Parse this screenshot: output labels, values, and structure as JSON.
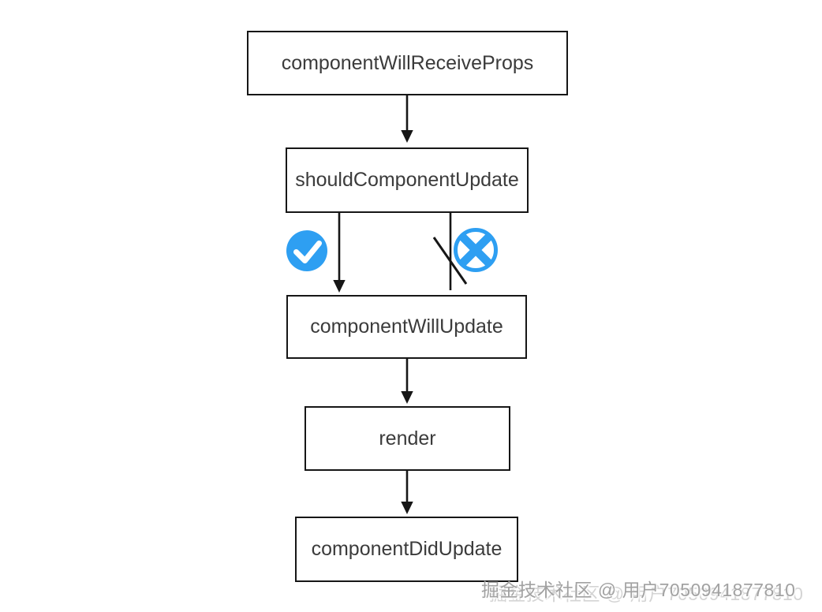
{
  "diagram": {
    "nodes": [
      {
        "id": "componentWillReceiveProps",
        "label": "componentWillReceiveProps"
      },
      {
        "id": "shouldComponentUpdate",
        "label": "shouldComponentUpdate"
      },
      {
        "id": "componentWillUpdate",
        "label": "componentWillUpdate"
      },
      {
        "id": "render",
        "label": "render"
      },
      {
        "id": "componentDidUpdate",
        "label": "componentDidUpdate"
      }
    ],
    "edges": [
      {
        "from": "componentWillReceiveProps",
        "to": "shouldComponentUpdate",
        "arrowhead": true
      },
      {
        "from": "shouldComponentUpdate",
        "to": "componentWillUpdate",
        "arrowhead": true,
        "branch": "check-circle-icon"
      },
      {
        "from": "shouldComponentUpdate",
        "to": "componentWillUpdate",
        "arrowhead": false,
        "branch": "cross-circle-icon",
        "blocked_by_slash": true
      },
      {
        "from": "componentWillUpdate",
        "to": "render",
        "arrowhead": true
      },
      {
        "from": "render",
        "to": "componentDidUpdate",
        "arrowhead": true
      }
    ],
    "icons": [
      {
        "name": "check-circle-icon",
        "style": "solid blue circle with white checkmark"
      },
      {
        "name": "cross-circle-icon",
        "style": "blue ring with blue X"
      }
    ],
    "colors": {
      "accent_blue": "#2E9FF2",
      "line_black": "#161616",
      "node_text": "#3b3b3b",
      "watermark_gray": "#a2a2a2",
      "background": "#ffffff"
    }
  },
  "watermark": {
    "text": "掘金技术社区 @ 用户7050941877810"
  }
}
